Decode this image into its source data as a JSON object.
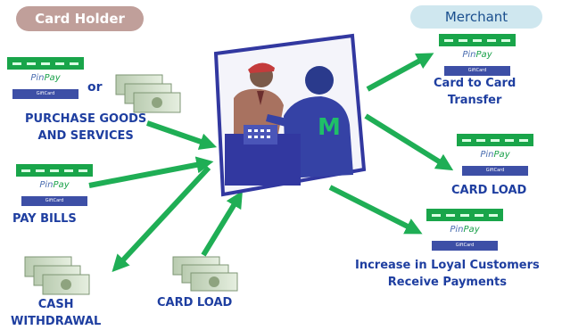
{
  "left_header": "Card Holder",
  "right_header": "Merchant",
  "card_logo": {
    "part1": "Pin",
    "part2": "Pay"
  },
  "card_tag": "GiftCard",
  "or_text": "or",
  "labels": {
    "purchase": [
      "PURCHASE GOODS",
      "AND SERVICES"
    ],
    "pay_bills": "PAY BILLS",
    "cash": [
      "CASH",
      "WITHDRAWAL"
    ],
    "card_load_left": "CARD LOAD",
    "card_to_card": [
      "Card to Card",
      "Transfer"
    ],
    "card_load_right": "CARD LOAD",
    "loyal": [
      "Increase in Loyal Customers",
      "Receive Payments"
    ]
  },
  "center_badge": "M",
  "colors": {
    "arrow": "#1fae55",
    "text": "#1e3ea0",
    "frame": "#3238a0",
    "card_strip": "#19a54a"
  }
}
